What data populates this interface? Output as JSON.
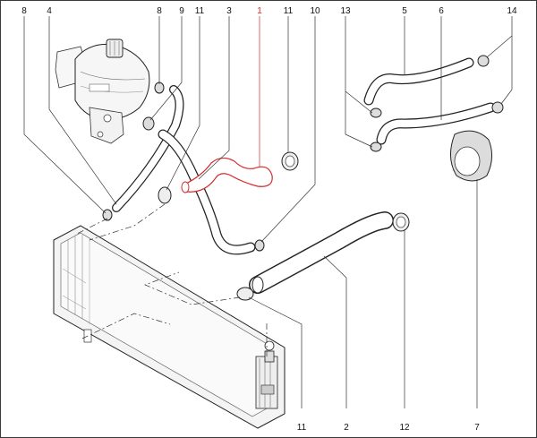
{
  "diagram": {
    "highlight_color": "#d62a2a",
    "callouts": [
      {
        "id": "c8a",
        "text": "8"
      },
      {
        "id": "c4",
        "text": "4"
      },
      {
        "id": "c8b",
        "text": "8"
      },
      {
        "id": "c9",
        "text": "9"
      },
      {
        "id": "c11a",
        "text": "11"
      },
      {
        "id": "c3",
        "text": "3"
      },
      {
        "id": "c1",
        "text": "1",
        "highlighted": true
      },
      {
        "id": "c11b",
        "text": "11"
      },
      {
        "id": "c10",
        "text": "10"
      },
      {
        "id": "c13",
        "text": "13"
      },
      {
        "id": "c5",
        "text": "5"
      },
      {
        "id": "c6",
        "text": "6"
      },
      {
        "id": "c14",
        "text": "14"
      },
      {
        "id": "c11c",
        "text": "11"
      },
      {
        "id": "c2",
        "text": "2"
      },
      {
        "id": "c12",
        "text": "12"
      },
      {
        "id": "c7",
        "text": "7"
      }
    ]
  }
}
